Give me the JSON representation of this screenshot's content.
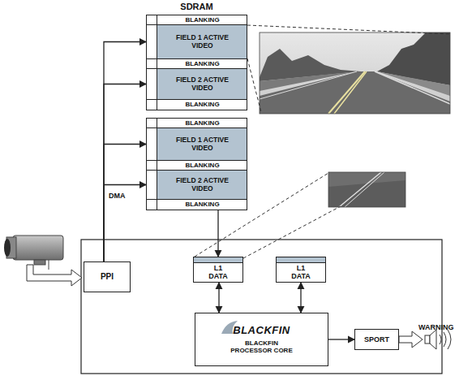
{
  "diagram": {
    "nodes": [
      {
        "text": [
          "SDRAM"
        ]
      },
      {
        "text": [
          "BLANKING"
        ],
        "in": 0
      },
      {
        "text": [
          "FIELD 1 ACTIVE VIDEO"
        ],
        "in": 0
      },
      {
        "text": [
          "BLANKING"
        ],
        "in": 0
      },
      {
        "text": [
          "FIELD 2 ACTIVE VIDEO"
        ],
        "in": 0
      },
      {
        "text": [
          "BLANKING"
        ],
        "in": 0
      },
      {
        "text": [
          "BLANKING"
        ],
        "in": 0
      },
      {
        "text": [
          "FIELD 1 ACTIVE VIDEO"
        ],
        "in": 0
      },
      {
        "text": [
          "BLANKING"
        ],
        "in": 0
      },
      {
        "text": [
          "FIELD 2 ACTIVE VIDEO"
        ],
        "in": 0
      },
      {
        "text": [
          "BLANKING"
        ],
        "in": 0
      },
      {
        "text": [
          "PPI"
        ]
      },
      {
        "text": [
          "L1 DATA"
        ]
      },
      {
        "text": [
          "L1 DATA"
        ]
      },
      {
        "text": [
          "BLACKFIN",
          "BLACKFIN PROCESSOR CORE"
        ]
      },
      {
        "text": [
          "SPORT"
        ]
      }
    ],
    "edges": [
      {
        "from": 11,
        "to": 2,
        "arrow": "to"
      },
      {
        "from": 11,
        "to": 4,
        "arrow": "to"
      },
      {
        "from": 11,
        "to": 7,
        "arrow": "to"
      },
      {
        "from": 11,
        "to": 9,
        "arrow": "to"
      },
      {
        "from": 0,
        "to": 12,
        "arrow": "to"
      },
      {
        "from": 12,
        "to": 14,
        "arrow": "both"
      },
      {
        "from": 13,
        "to": 14,
        "arrow": "both"
      },
      {
        "from": 14,
        "to": 15,
        "arrow": "to"
      }
    ],
    "labels": [
      "DMA",
      "WARNING"
    ]
  }
}
